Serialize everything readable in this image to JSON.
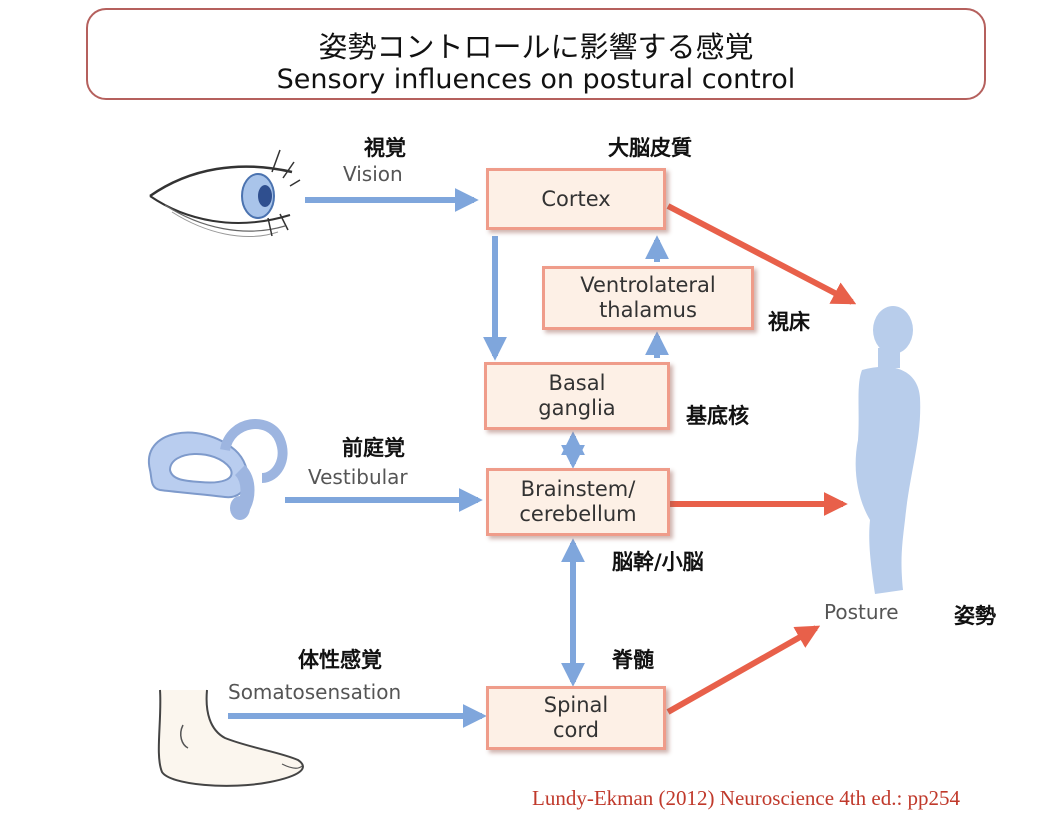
{
  "title": {
    "jp": "姿勢コントロールに影響する感覚",
    "en": "Sensory influences on postural control"
  },
  "labels": {
    "vision_jp": "視覚",
    "vision_en": "Vision",
    "cortex_jp": "大脳皮質",
    "thalamus_jp": "視床",
    "basal_jp": "基底核",
    "vestibular_jp": "前庭覚",
    "vestibular_en": "Vestibular",
    "brainstem_jp": "脳幹/小脳",
    "somato_jp": "体性感覚",
    "somato_en": "Somatosensation",
    "spinal_jp": "脊髄",
    "posture_en": "Posture",
    "posture_jp": "姿勢"
  },
  "boxes": {
    "cortex": "Cortex",
    "thalamus": "Ventrolateral\nthalamus",
    "basal": "Basal\nganglia",
    "brainstem": "Brainstem/\ncerebellum",
    "spinal": "Spinal\ncord"
  },
  "citation": "Lundy-Ekman (2012) Neuroscience 4th ed.: pp254",
  "colors": {
    "blue_arrow": "#7fa6dc",
    "red_arrow": "#e8604a",
    "box_fill": "#fdf0e6",
    "box_border": "#ef9c8a",
    "title_border": "#b5605d",
    "citation": "#c0392b"
  }
}
